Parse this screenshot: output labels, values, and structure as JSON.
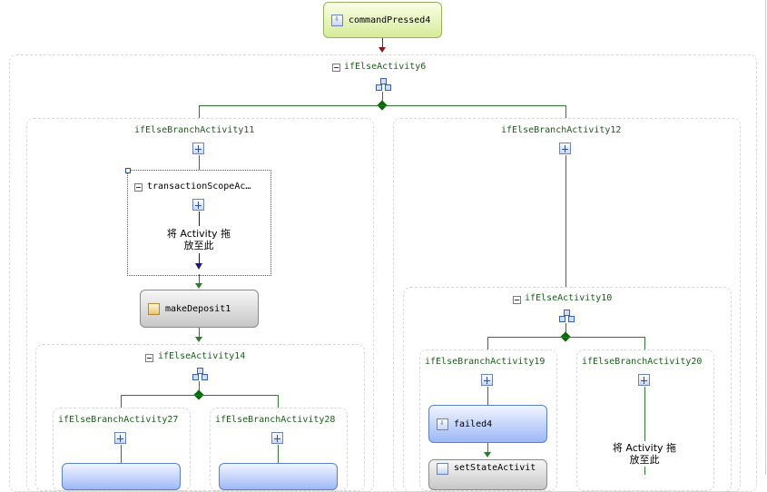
{
  "activities": {
    "command_pressed": "commandPressed4",
    "make_deposit": "makeDeposit1",
    "failed": "failed4",
    "set_state": "setStateActivit"
  },
  "containers": {
    "if_else_6": "ifElseActivity6",
    "branch_11": "ifElseBranchActivity11",
    "branch_12": "ifElseBranchActivity12",
    "transaction_scope": "transactionScopeAc…",
    "if_else_14": "ifElseActivity14",
    "branch_27": "ifElseBranchActivity27",
    "branch_28": "ifElseBranchActivity28",
    "if_else_10": "ifElseActivity10",
    "branch_19": "ifElseBranchActivity19",
    "branch_20": "ifElseBranchActivity20"
  },
  "drop_hint": {
    "line1": "将 Activity 拖",
    "line2": "放至此"
  },
  "colors": {
    "connector_green": "#2f7a2f",
    "connector_red": "#8b1a1a",
    "diamond": "#0a6a0a",
    "title_text": "#1a5c1a"
  },
  "icons": [
    "event-driven-icon",
    "sequence-icon",
    "if-else-icon",
    "code-icon",
    "set-state-icon",
    "collapse-icon"
  ]
}
